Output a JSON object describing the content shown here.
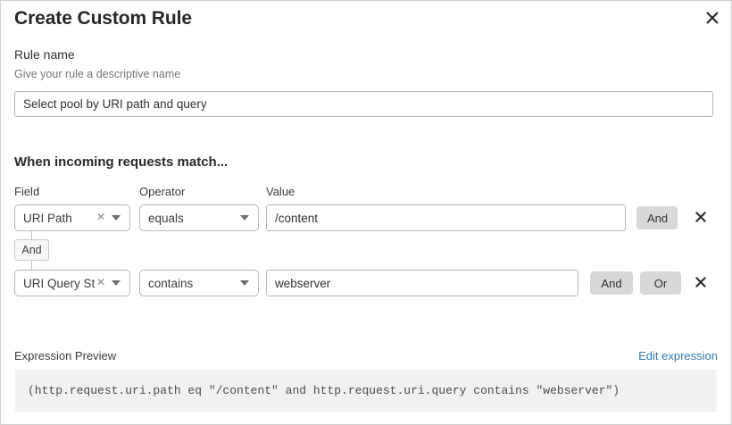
{
  "dialog": {
    "title": "Create Custom Rule",
    "close_icon": "close-icon"
  },
  "rule_name": {
    "label": "Rule name",
    "help": "Give your rule a descriptive name",
    "value": "Select pool by URI path and query",
    "placeholder": ""
  },
  "match_section": {
    "heading": "When incoming requests match...",
    "columns": {
      "field": "Field",
      "operator": "Operator",
      "value": "Value"
    },
    "connector": {
      "label": "And"
    },
    "rows": [
      {
        "field": "URI Path",
        "clear_icon": "clear-x-icon",
        "caret_icon": "chevron-down-icon",
        "operator": "equals",
        "value": "/content",
        "logic_buttons": [
          "And"
        ],
        "remove_icon": "close-icon"
      },
      {
        "field": "URI Query St...",
        "clear_icon": "clear-x-icon",
        "caret_icon": "chevron-down-icon",
        "operator": "contains",
        "value": "webserver",
        "logic_buttons": [
          "And",
          "Or"
        ],
        "remove_icon": "close-icon"
      }
    ]
  },
  "expression_preview": {
    "label": "Expression Preview",
    "edit_link": "Edit expression",
    "expression": "(http.request.uri.path eq \"/content\" and http.request.uri.query contains \"webserver\")"
  },
  "colors": {
    "link": "#2f7cb3",
    "logic_button_bg": "#d8d8d8",
    "preview_bg": "#f1f1f1",
    "border": "#b8b8b8"
  }
}
